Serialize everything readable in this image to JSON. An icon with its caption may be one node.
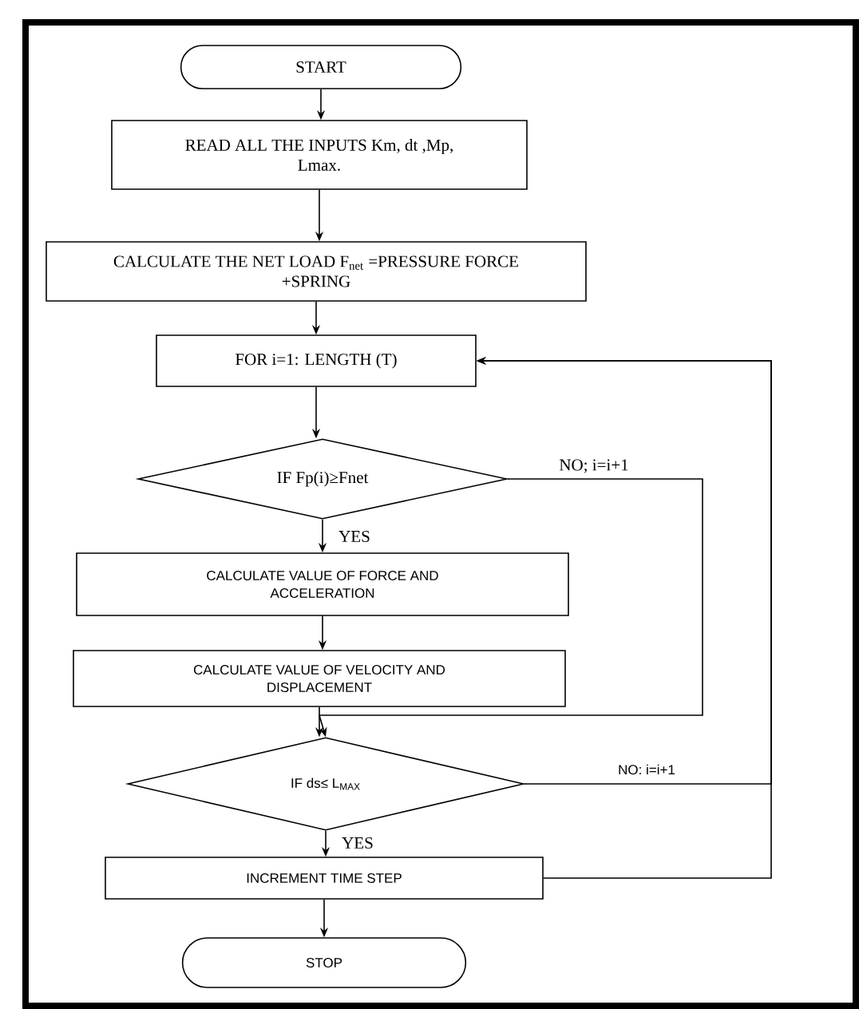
{
  "diagram": {
    "nodes": [
      {
        "text": [
          "START"
        ]
      },
      {
        "text": [
          "READ ALL THE INPUTS Km, dt ,Mp, Lmax."
        ]
      },
      {
        "text": [
          "CALCULATE THE NET LOAD F$_{net}$ =PRESSURE FORCE +SPRING"
        ]
      },
      {
        "text": [
          "FOR i=1: LENGTH (T)"
        ]
      },
      {
        "text": [
          "IF Fp(i)≥Fnet"
        ]
      },
      {
        "text": [
          "CALCULATE VALUE OF FORCE AND ACCELERATION"
        ]
      },
      {
        "text": [
          "CALCULATE VALUE OF VELOCITY AND DISPLACEMENT"
        ]
      },
      {
        "text": [
          "IF ds≤ L$_{MAX}$"
        ]
      },
      {
        "text": [
          "INCREMENT TIME STEP"
        ]
      },
      {
        "text": [
          "STOP"
        ]
      }
    ],
    "edges": [
      {
        "from": 0,
        "to": 1,
        "arrow": "to"
      },
      {
        "from": 1,
        "to": 2,
        "arrow": "to"
      },
      {
        "from": 2,
        "to": 3,
        "arrow": "to"
      },
      {
        "from": 3,
        "to": 4,
        "arrow": "to"
      },
      {
        "from": 4,
        "to": 5,
        "arrow": "to",
        "label": "YES"
      },
      {
        "from": 4,
        "to": 7,
        "arrow": "to",
        "label": "NO; i=i+1"
      },
      {
        "from": 5,
        "to": 6,
        "arrow": "to"
      },
      {
        "from": 6,
        "to": 7,
        "arrow": "to"
      },
      {
        "from": 7,
        "to": 8,
        "arrow": "to",
        "label": "YES"
      },
      {
        "from": 7,
        "to": 3,
        "arrow": "to",
        "label": "NO: i=i+1"
      },
      {
        "from": 8,
        "to": 3,
        "arrow": "to"
      },
      {
        "from": 8,
        "to": 9,
        "arrow": "to"
      }
    ]
  }
}
